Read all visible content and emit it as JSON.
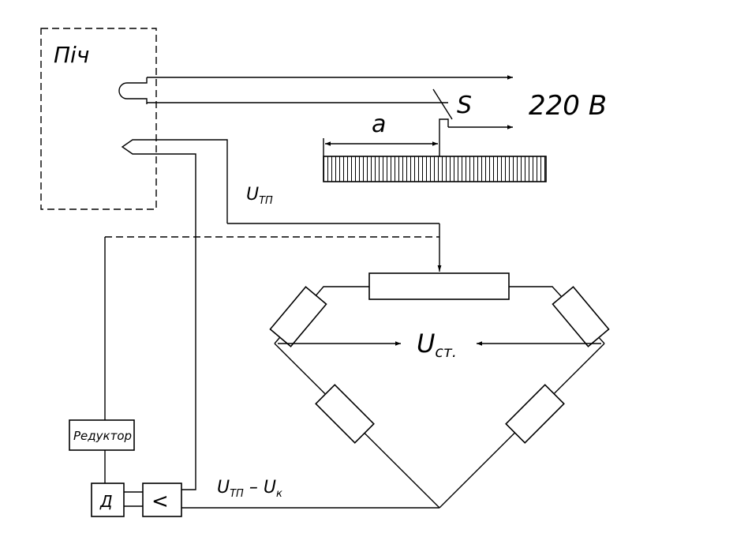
{
  "furnace": {
    "label": "Піч"
  },
  "supply": {
    "voltage": "220 В"
  },
  "switch": {
    "label": "S"
  },
  "scale": {
    "distance_label": "a"
  },
  "thermocouple": {
    "voltage_main": "U",
    "voltage_sub": "ТП"
  },
  "bridge": {
    "voltage_main": "U",
    "voltage_sub": "ст."
  },
  "reducer": {
    "label": "Редуктор"
  },
  "motor": {
    "label": "Д"
  },
  "amplifier": {
    "label": "<"
  },
  "difference": {
    "u1_main": "U",
    "u1_sub": "ТП",
    "minus": " – ",
    "u2_main": "U",
    "u2_sub": "к"
  }
}
